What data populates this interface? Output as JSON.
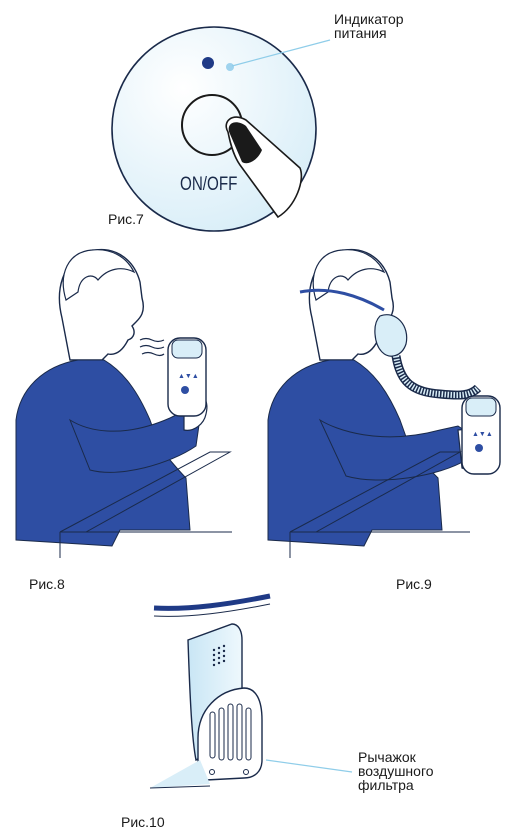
{
  "fig7": {
    "callout": [
      "Индикатор",
      "питания"
    ],
    "switch_label": "ON/OFF",
    "caption": "Рис.7"
  },
  "fig8": {
    "caption": "Рис.8"
  },
  "fig9": {
    "caption": "Рис.9"
  },
  "fig10": {
    "callout": [
      "Рычажок",
      "воздушного",
      "фильтра"
    ],
    "caption": "Рис.10"
  },
  "colors": {
    "navy": "#2e4ea3",
    "navy_dark": "#1f3a86",
    "light_blue": "#d9eef8",
    "leader_line": "#8fcde9",
    "outline": "#1a2a4a"
  }
}
